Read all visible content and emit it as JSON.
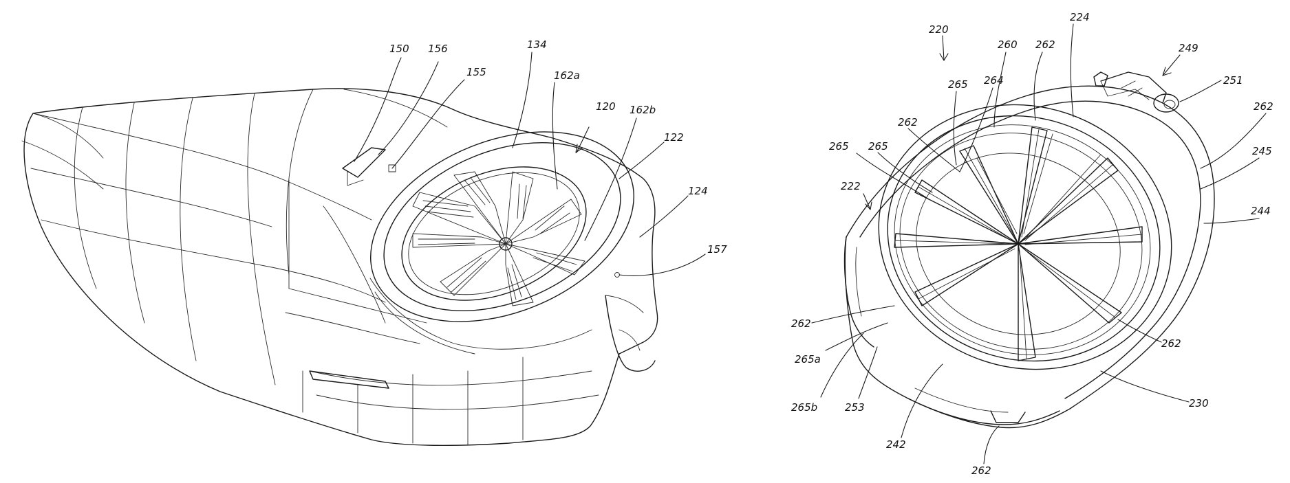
{
  "figure_left": {
    "labels": [
      {
        "id": "150",
        "text": "150"
      },
      {
        "id": "156",
        "text": "156"
      },
      {
        "id": "155",
        "text": "155"
      },
      {
        "id": "134",
        "text": "134"
      },
      {
        "id": "162a",
        "text": "162a"
      },
      {
        "id": "120",
        "text": "120"
      },
      {
        "id": "162b",
        "text": "162b"
      },
      {
        "id": "122",
        "text": "122"
      },
      {
        "id": "124",
        "text": "124"
      },
      {
        "id": "157",
        "text": "157"
      }
    ]
  },
  "figure_right": {
    "labels": [
      {
        "id": "220",
        "text": "220"
      },
      {
        "id": "260",
        "text": "260"
      },
      {
        "id": "262_top",
        "text": "262"
      },
      {
        "id": "224",
        "text": "224"
      },
      {
        "id": "249",
        "text": "249"
      },
      {
        "id": "251",
        "text": "251"
      },
      {
        "id": "264",
        "text": "264"
      },
      {
        "id": "265_a",
        "text": "265"
      },
      {
        "id": "262_left_upper",
        "text": "262"
      },
      {
        "id": "265_b",
        "text": "265"
      },
      {
        "id": "265_c",
        "text": "265"
      },
      {
        "id": "222",
        "text": "222"
      },
      {
        "id": "262_right_upper",
        "text": "262"
      },
      {
        "id": "245",
        "text": "245"
      },
      {
        "id": "244",
        "text": "244"
      },
      {
        "id": "262_left_lower",
        "text": "262"
      },
      {
        "id": "265a",
        "text": "265a"
      },
      {
        "id": "265b",
        "text": "265b"
      },
      {
        "id": "253",
        "text": "253"
      },
      {
        "id": "262_right_lower",
        "text": "262"
      },
      {
        "id": "230",
        "text": "230"
      },
      {
        "id": "242",
        "text": "242"
      },
      {
        "id": "262_bottom",
        "text": "262"
      }
    ]
  }
}
